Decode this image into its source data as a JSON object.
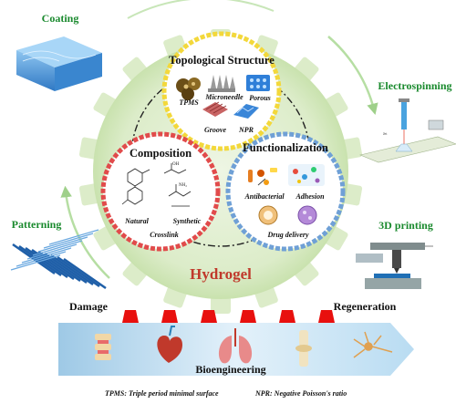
{
  "center": {
    "title": "Hydrogel"
  },
  "outer_methods": {
    "coating": "Coating",
    "electrospinning": "Electrospinning",
    "patterning": "Patterning",
    "printing3d": "3D printing"
  },
  "topological": {
    "title": "Topological Structure",
    "items": [
      "TPMS",
      "Microneedle",
      "Porous",
      "Groove",
      "NPR"
    ]
  },
  "composition": {
    "title": "Composition",
    "items": [
      "Natural",
      "Synthetic",
      "Crosslink"
    ]
  },
  "functionalization": {
    "title": "Functionalization",
    "items": [
      "Antibacterial",
      "Adhesion",
      "Drug delivery"
    ]
  },
  "band": {
    "left": "Damage",
    "right": "Regeneration",
    "center": "Bioengineering"
  },
  "footnote": {
    "tpms": "TPMS: Triple period minimal surface",
    "npr": "NPR: Negative Poisson's ratio"
  },
  "colors": {
    "gear": "#dcecc9",
    "gear_dark": "#b8d89c",
    "title_red": "#c0392b",
    "method_green": "#1a8a2e",
    "topo_ring": "#f3d83b",
    "comp_ring": "#e14b4b",
    "func_ring": "#6fa0d6",
    "band": "#cfe6f5",
    "peg": "#e8100e"
  },
  "icons": [
    "coating-slab-icon",
    "electrospinning-setup-icon",
    "patterning-grid-icon",
    "printer-3d-icon",
    "spine-icon",
    "heart-icon",
    "lungs-icon",
    "knee-icon",
    "neuron-icon"
  ]
}
